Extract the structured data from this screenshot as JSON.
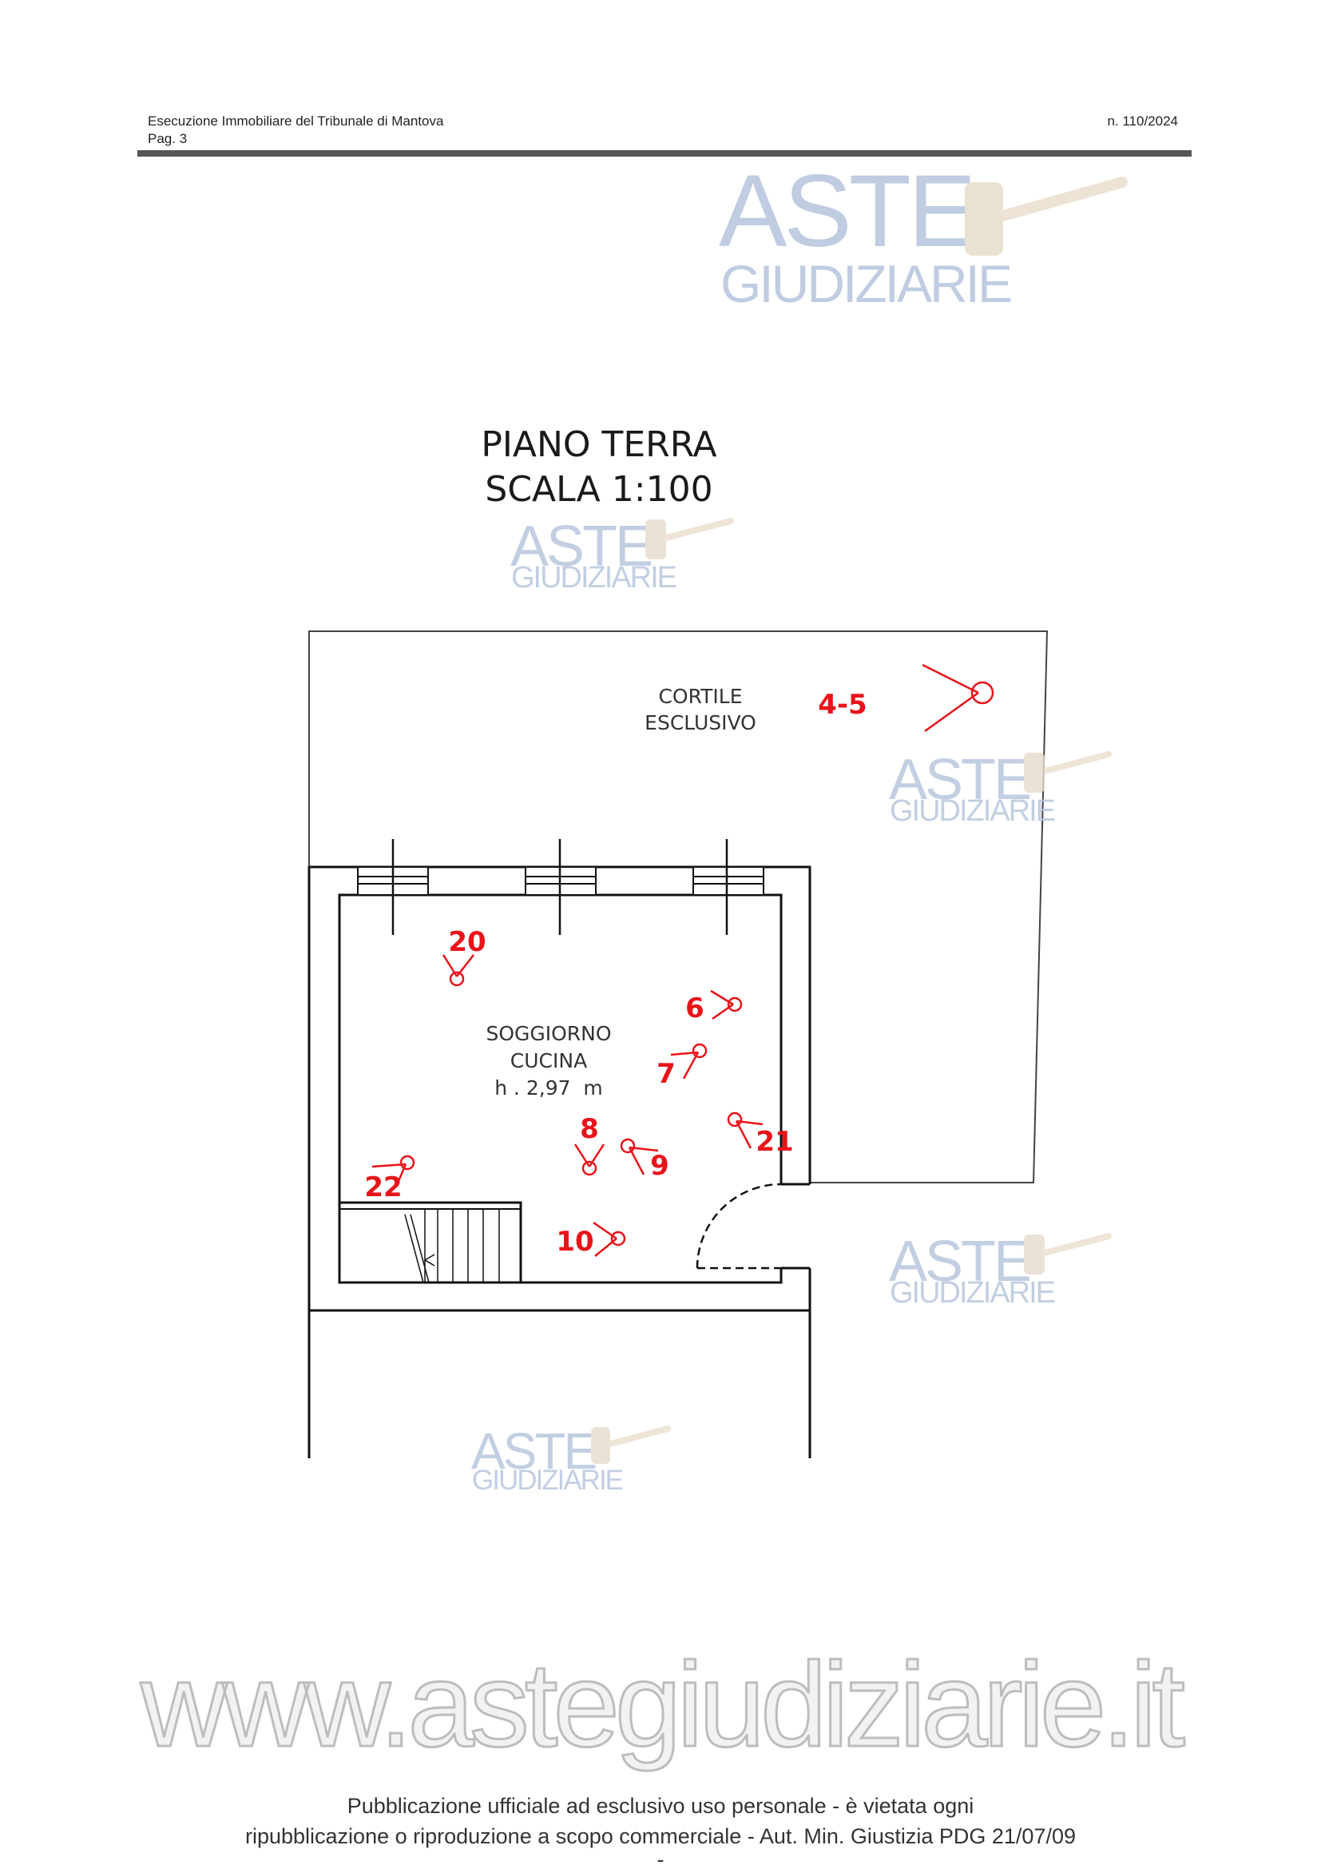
{
  "header": {
    "title": "Esecuzione Immobiliare del Tribunale di Mantova",
    "page": "Pag. 3",
    "case_number": "n. 110/2024"
  },
  "watermark": {
    "line1": "ASTE",
    "line2": "GIUDIZIARIE"
  },
  "plan": {
    "title_line1": "PIANO TERRA",
    "title_line2": "SCALA 1:100",
    "courtyard_line1": "CORTILE",
    "courtyard_line2": "ESCLUSIVO",
    "room_line1": "SOGGIORNO",
    "room_line2": "CUCINA",
    "room_height": "h . 2,97  m",
    "photo_points": [
      "4-5",
      "20",
      "6",
      "7",
      "8",
      "9",
      "21",
      "22",
      "10"
    ],
    "marker_color": "#e8141a"
  },
  "footer": {
    "url": "www.astegiudiziarie.it",
    "notice_line1": "Pubblicazione ufficiale ad esclusivo uso personale - è vietata ogni",
    "notice_line2": "ripubblicazione o riproduzione a scopo commerciale - Aut. Min. Giustizia PDG 21/07/09",
    "dash": "-"
  }
}
